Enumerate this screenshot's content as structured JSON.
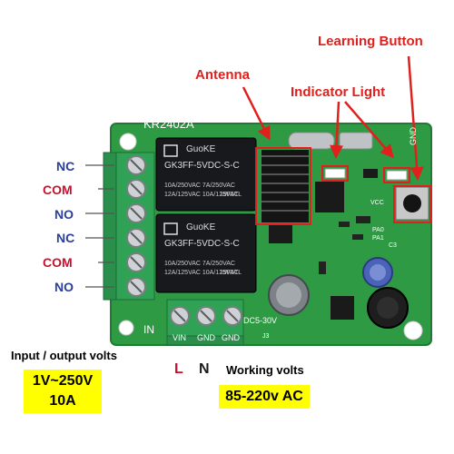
{
  "callouts": {
    "learning_button": "Learning Button",
    "antenna": "Antenna",
    "indicator_light": "Indicator Light"
  },
  "board": {
    "model": "KR2402A",
    "relay_brand": "GuoKE",
    "relay_part": "GK3FF-5VDC-S-C",
    "relay_rating_1": "10A/250VAC 7A/250VAC",
    "relay_rating_2": "12A/125VAC 10A/125VAC",
    "relay_code": "19F5TL",
    "gnd": "GND",
    "vcc": "VCC",
    "pa0": "PA0",
    "pa1": "PA1",
    "c3": "C3",
    "dc_range": "DC5-30V",
    "in": "IN",
    "vin": "VIN",
    "gnd1": "GND",
    "gnd2": "GND",
    "j3": "J3"
  },
  "terminals": [
    "NC",
    "COM",
    "NO",
    "NC",
    "COM",
    "NO"
  ],
  "wires": {
    "l": "L",
    "n": "N"
  },
  "io_volts": {
    "title": "Input / output volts",
    "range": "1V~250V",
    "current": "10A"
  },
  "working_volts": {
    "title": "Working volts",
    "value": "85-220v AC"
  },
  "colors": {
    "pcb": "#2e9a43",
    "callout": "#e0201d",
    "terminal_blue": "#2a3f9a",
    "terminal_red": "#c8102e",
    "highlight": "#ffff00"
  }
}
